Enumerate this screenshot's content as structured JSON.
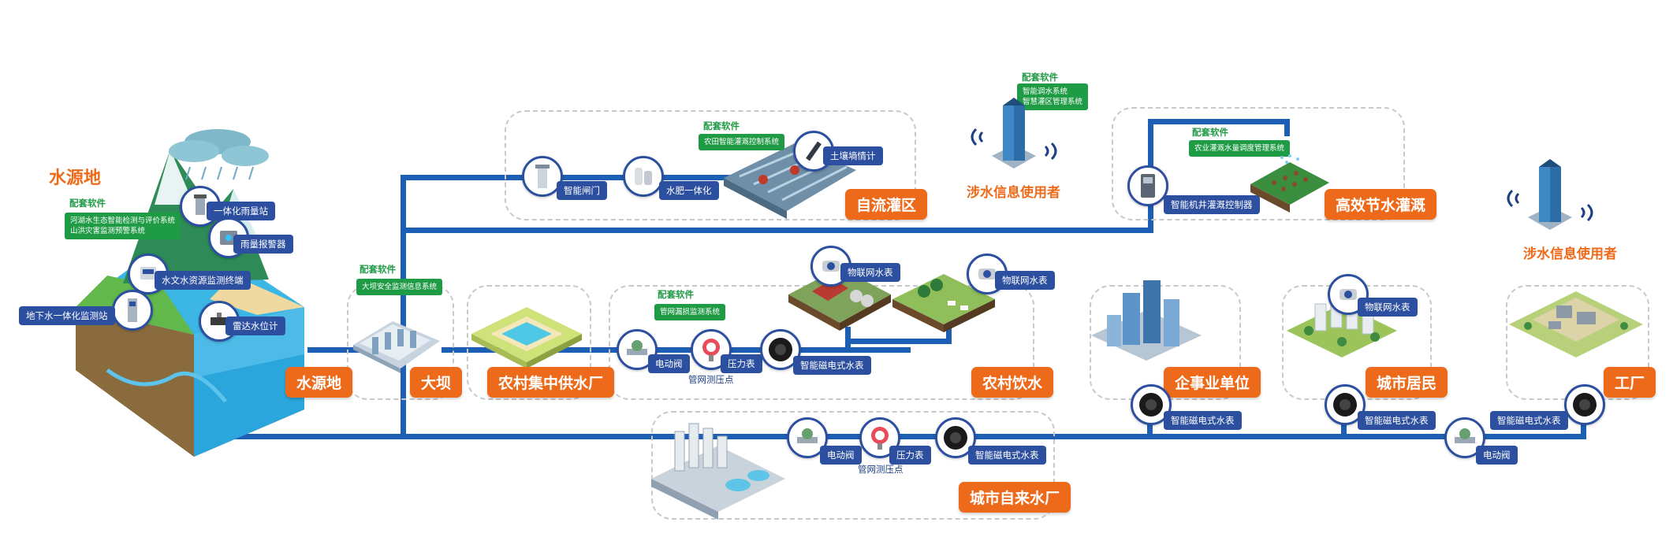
{
  "colors": {
    "pipe": "#1d5fb5",
    "orange": "#ee6a1b",
    "green": "#1f9a45",
    "tag_blue": "#2c4fa0"
  },
  "source": {
    "title": "水源地",
    "software_title": "配套软件",
    "software_lines": [
      "河湖水生态智能检测与评价系统",
      "山洪灾害监测预警系统"
    ],
    "devices": {
      "rain_station": "一体化雨量站",
      "rain_alarm": "雨量报警器",
      "hydro_terminal": "水文水资源监测终端",
      "groundwater": "地下水一体化监测站",
      "radar": "雷达水位计"
    },
    "tag": "水源地"
  },
  "dam": {
    "software_title": "配套软件",
    "software_line": "大坝安全监测信息系统",
    "tag": "大坝"
  },
  "rural_plant": {
    "tag": "农村集中供水厂"
  },
  "rural_water": {
    "software_title": "配套软件",
    "software_line": "管网漏损监测系统",
    "valve": "电动阀",
    "pressure": "压力表",
    "point": "管网测压点",
    "meter": "智能磁电式水表",
    "iot_meter_1": "物联网水表",
    "iot_meter_2": "物联网水表",
    "tag": "农村饮水"
  },
  "irrigation": {
    "software_title": "配套软件",
    "software_line": "农田智能灌溉控制系统",
    "gate": "智能闸门",
    "fertilizer": "水肥一体化",
    "soil": "土壤墒情计",
    "tag": "自流灌区"
  },
  "users_top": {
    "software_title": "配套软件",
    "software_lines": [
      "智能调水系统",
      "智慧灌区管理系统"
    ],
    "title": "涉水信息使用者"
  },
  "efficient": {
    "software_title": "配套软件",
    "software_line": "农业灌溉水量调度管理系统",
    "controller": "智能机井灌溉控制器",
    "tag": "高效节水灌溉"
  },
  "enterprise": {
    "tag": "企事业单位",
    "meter": "智能磁电式水表"
  },
  "residents": {
    "tag": "城市居民",
    "meter": "智能磁电式水表",
    "iot_meter": "物联网水表"
  },
  "factory": {
    "tag": "工厂",
    "meter": "智能磁电式水表",
    "valve": "电动阀"
  },
  "users_right": {
    "title": "涉水信息使用者"
  },
  "city_plant": {
    "valve": "电动阀",
    "pressure": "压力表",
    "point": "管网测压点",
    "meter": "智能磁电式水表",
    "tag": "城市自来水厂"
  }
}
